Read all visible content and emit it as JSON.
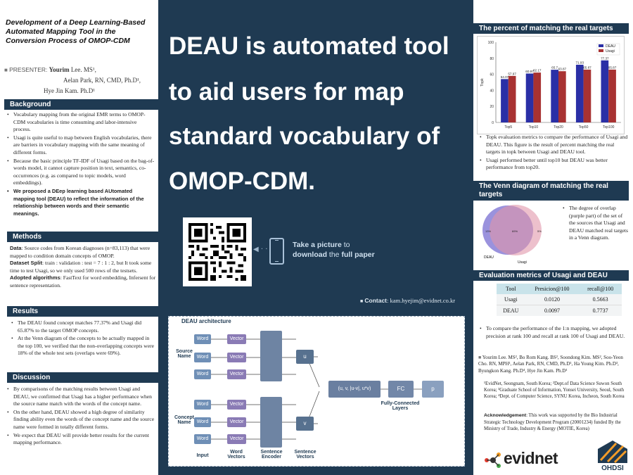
{
  "left": {
    "title": "Development of a Deep Learning-Based Automated Mapping Tool in the Conversion Process of OMOP-CDM",
    "presenter_label": "PRESENTER:",
    "presenter_name": "Yourim",
    "presenter_rest": "Lee. MS¹,",
    "authors_line2": "Aelan Park, RN, CMD, Ph.D¹,",
    "authors_line3": "Hye Jin Kam. Ph.D¹",
    "background": {
      "heading": "Background",
      "bullets": [
        "Vocabulary mapping from the original EMR terms to OMOP-CDM vocabularies is time consuming and labor-intensive process.",
        "Usagi is quite useful to map between English vocabularies, there are barriers in vocabulary mapping with the same meaning of different forms.",
        "Because the basic principle TF-IDF of Usagi based on the bag-of-words model, it cannot capture position in text, semantics, co-occurrences (e.g. as compared to topic models, word embeddings).",
        "We proposed a DEep learning based AUtomated mapping tool (DEAU) to reflect the information of the relationship between words and their semantic meanings."
      ]
    },
    "methods": {
      "heading": "Methods",
      "data_label": "Data",
      "data_text": ": Source codes from Korean diagnoses (n=83,113) that were mapped to condition domain concepts of OMOP.",
      "split_label": "Dataset Split",
      "split_text": ": train : validation : test = 7 : 1 : 2, but It took some time to test Usagi, so we only used 500 rows of the testsets.",
      "algo_label": "Adopted algorithms",
      "algo_text": ": FastText for word embedding, Infersent for sentence representation."
    },
    "results": {
      "heading": "Results",
      "bullets": [
        "The DEAU found concept matches 77.37% and Usagi did 65.87% to the target OMOP concepts.",
        "At the Venn diagram of the concepts to be actually mapped in the top 100, we verified that the non-overlapping concepts were 18% of the whole test sets (overlaps were 69%)."
      ]
    },
    "discussion": {
      "heading": "Discussion",
      "bullets": [
        "By comparisons of the matching results between Usagi and DEAU, we confirmed that Usagi has a higher performance when the source name match with the words of the concept name.",
        "On the other hand, DEAU showed a high degree of similarity finding ability even the words of the concept name and the source name were formed in totally different forms.",
        "We expect that DEAU will provide better results for the current mapping performance."
      ]
    }
  },
  "center": {
    "headline": [
      "DEAU is automated tool",
      "to aid users for map",
      "standard vocabulary of",
      "OMOP-CDM."
    ],
    "take_picture_1": "Take a picture",
    "take_picture_2": "to",
    "take_picture_3": "download",
    "take_picture_4": "the",
    "take_picture_5": "full paper",
    "contact_label": "Contact",
    "contact_email": ": kam.hyejim@evidnet.co.kr",
    "arch": {
      "title": "DEAU architecture",
      "source_name": "Source\nName",
      "concept_name": "Concept\nName",
      "word": "Word",
      "vector": "Vector",
      "u": "u",
      "v": "v",
      "concat": "(u, v, |u-v|, u*v)",
      "fc": "FC",
      "p": "p",
      "fc_label": "Fully-Connected\nLayers",
      "input": "Input",
      "word_vectors": "Word\nVectors",
      "sentence_encoder": "Sentence\nEncoder",
      "sentence_vectors": "Sentence\nVectors",
      "colors": {
        "word": "#6f8fb6",
        "vector": "#8a7bb5",
        "enc": "#6e84a3",
        "uv": "#57718f",
        "concat": "#6a7fa0",
        "fc": "#7287a8",
        "p": "#8aa0bf"
      }
    }
  },
  "right": {
    "chart_heading": "The percent of matching the real targets",
    "chart_bullets": [
      "Topk evaluation metrics to compare the performance of Usagi and DEAU. This figure is the result of percent matching the real targets in topk between Usagi and DEAU tool.",
      "Usagi performed better until top10 but DEAU was better performance from top20."
    ],
    "venn_heading": "The Venn diagram of matching the real targets",
    "venn_text": "The degree of overlap (purple part) of the set of the sources that Usagi and DEAU matched real targets in a Venn diagram.",
    "venn_labels": {
      "left_pct": "13%",
      "mid_pct": "69%",
      "right_pct": "5%",
      "deau": "DEAU",
      "usagi": "Usagi"
    },
    "eval_heading": "Evaluation metrics of Usagi and DEAU",
    "eval_table": {
      "headers": [
        "Tool",
        "Presicion@100",
        "recall@100"
      ],
      "rows": [
        [
          "Usagi",
          "0.0120",
          "0.5663"
        ],
        [
          "DEAU",
          "0.0097",
          "0.7737"
        ]
      ]
    },
    "eval_bullet": "To compare the performance of the 1:n mapping, we adopted precision at rank 100 and recall at rank 100 of Usagi and DEAU.",
    "authors": "Yourim Lee. MS², Bo Rom Kang. BS², Soondong Kim. MS², Soo-Yeon Cho. RN, MPH¹, Aelan Park, RN, CMD, Ph.D¹, Ha Young Kim. Ph.D³, Byungkon Kang. Ph.D⁴, Hye Jin Kam. Ph.D¹",
    "affiliations": "¹EvidNet, Seongnam, South Korea; ²Dept.of Data Science Suwon South Korea; ³Graduate School of Information, Yonsei University, Seoul, South Korea; ⁴Dept. of Computer Science, SYNU Korea, Incheon, South Korea",
    "ack_label": "Acknowledgement",
    "ack_text": ": This work was supported by the Bio Industrial Strategic Technology Development Program (20001234) funded By the Ministry of Trade, Industry & Energy (MOTIE, Korea)",
    "evidnet_logo": "evidnet",
    "ohdsi_logo": "OHDSI"
  },
  "chart_data": {
    "type": "bar",
    "categories": [
      "Top5",
      "Top10",
      "Top20",
      "Top50",
      "Top100"
    ],
    "series": [
      {
        "name": "DEAU",
        "values": [
          54.07,
          60.97,
          65.7,
          71.93,
          77.37
        ],
        "color": "#2a2fa6"
      },
      {
        "name": "Usagi",
        "values": [
          57.97,
          62.17,
          63.87,
          65.87,
          65.87
        ],
        "color": "#a83232"
      }
    ],
    "value_labels": {
      "DEAU": [
        "54.07",
        "60.97",
        "65.7",
        "71.93",
        "77.37"
      ],
      "Usagi": [
        "57.97",
        "62.17",
        "63.87",
        "65.87",
        "65.87"
      ]
    },
    "ylabel": "Topk",
    "yticks": [
      "0",
      "20",
      "40",
      "60",
      "80",
      "100"
    ],
    "ylim": [
      0,
      100
    ],
    "legend": "top-right"
  }
}
